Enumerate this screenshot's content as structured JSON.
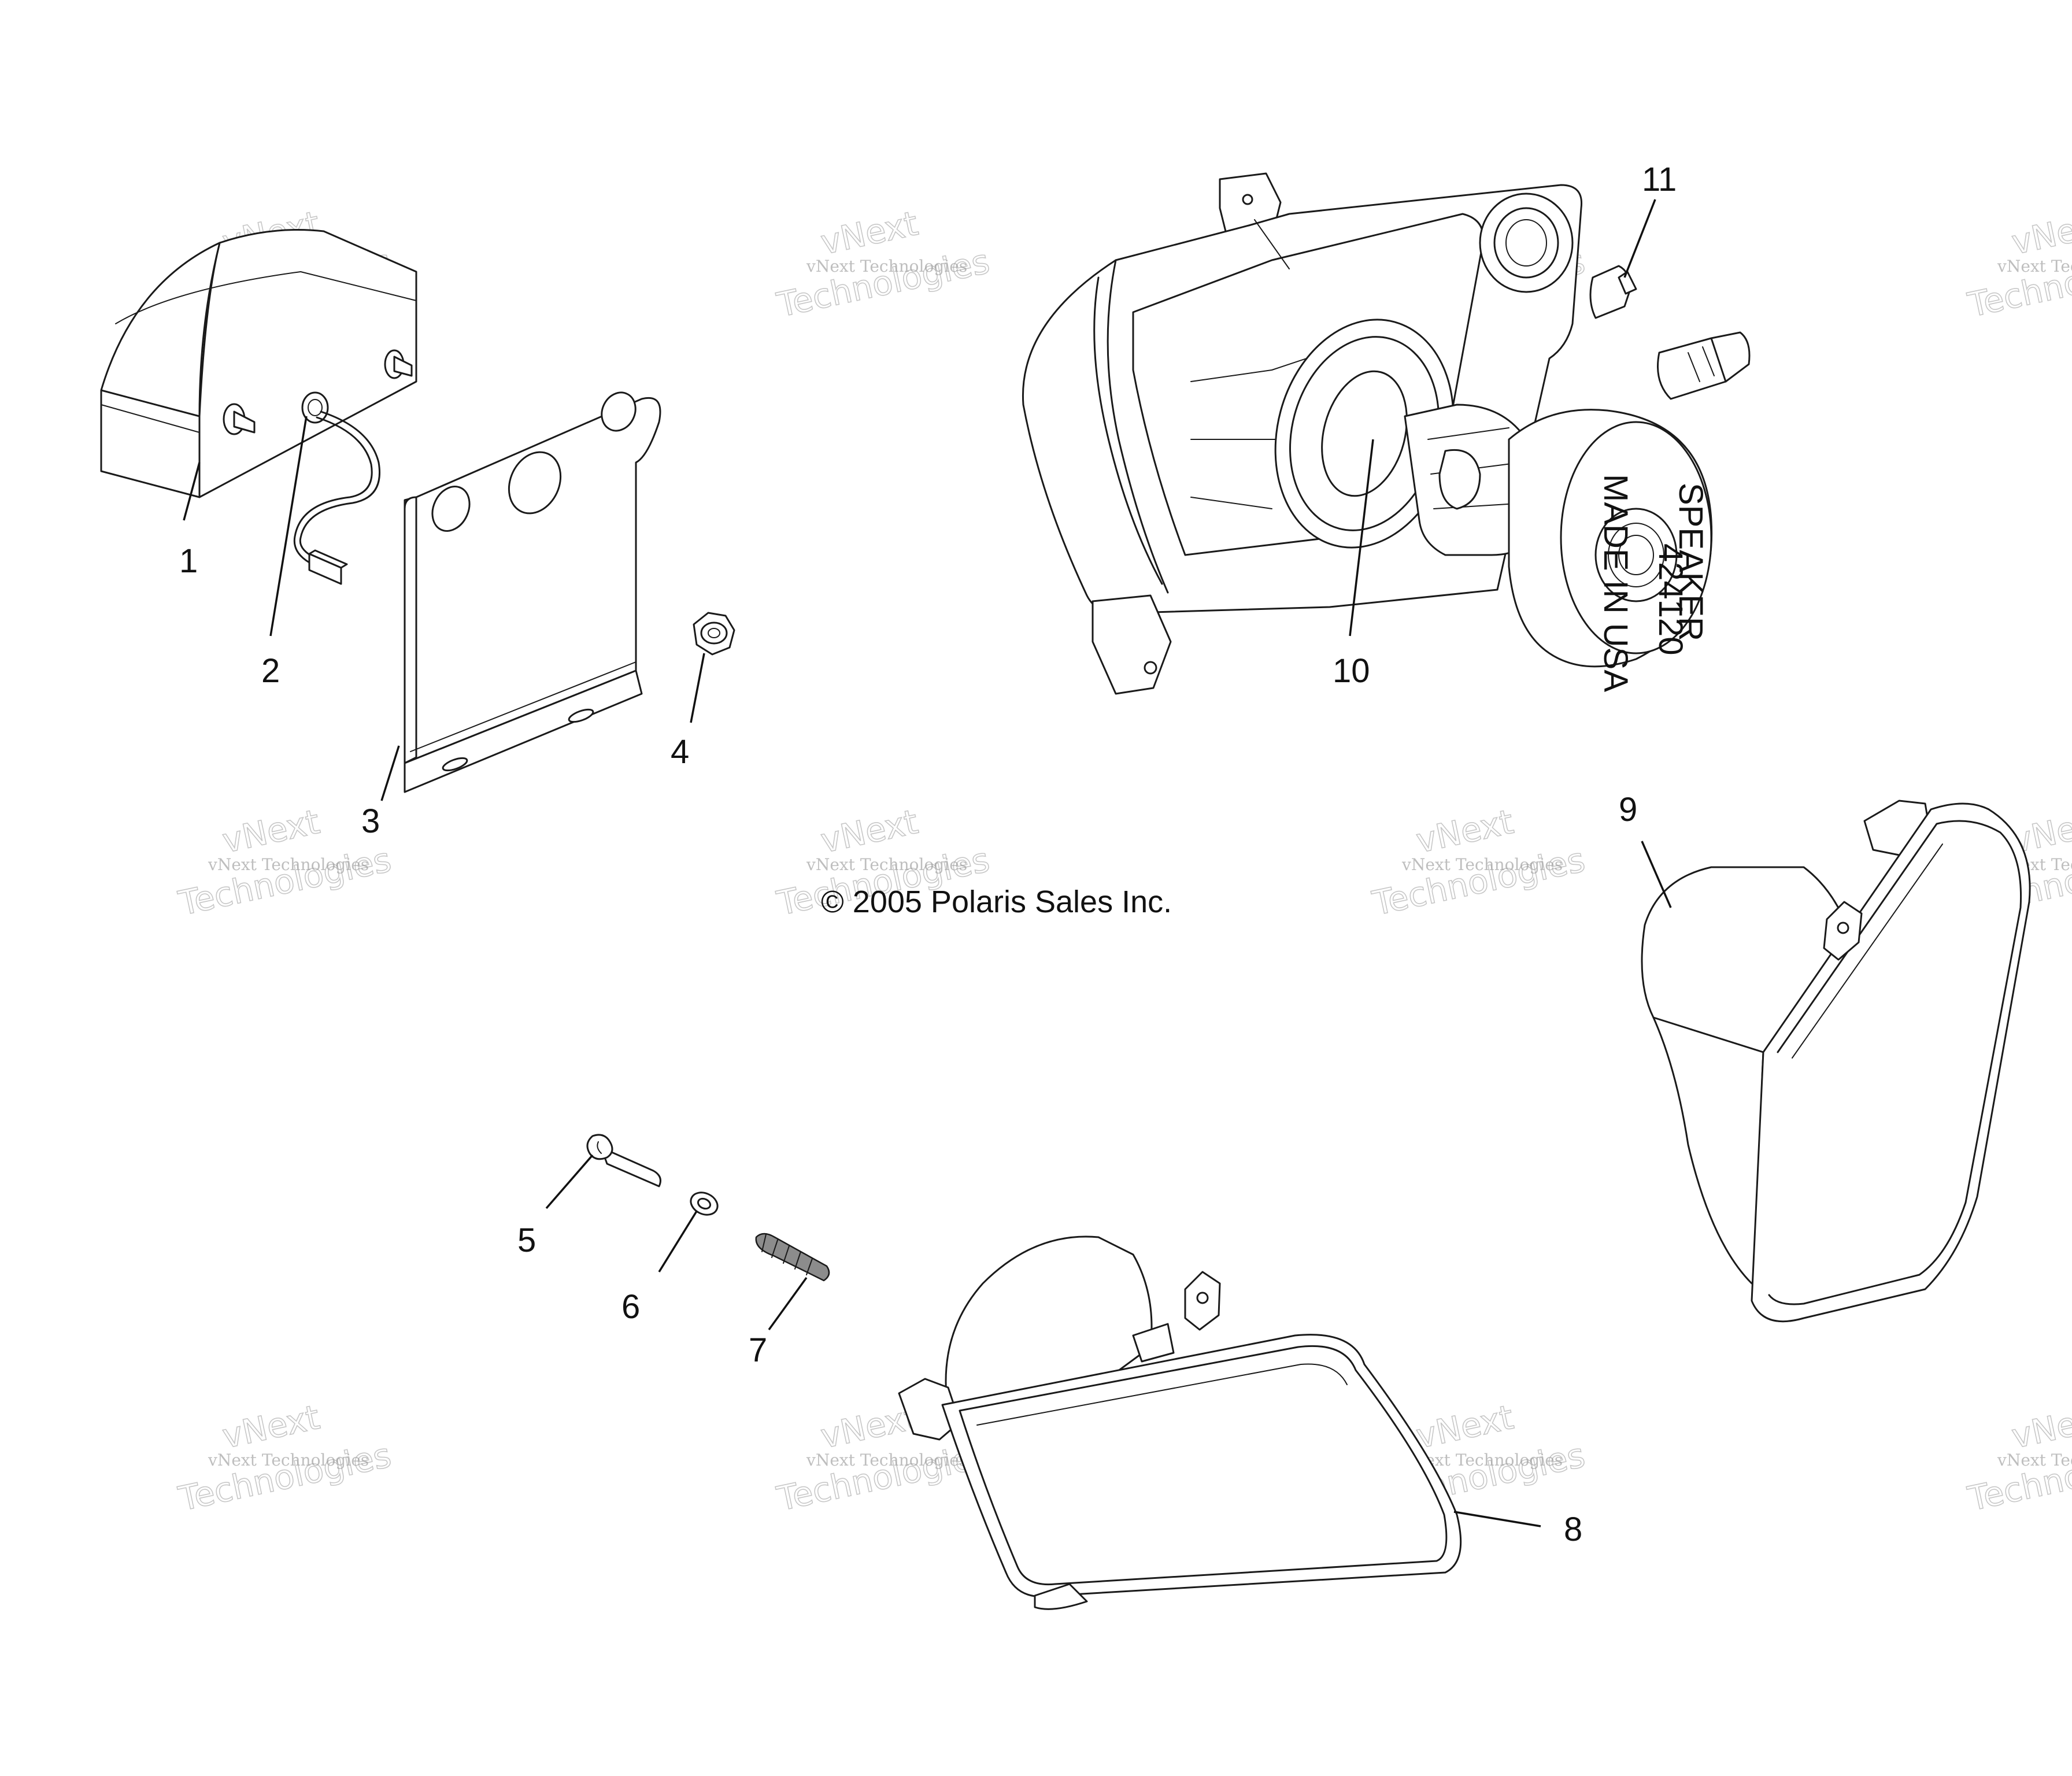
{
  "diagram": {
    "copyright": "© 2005 Polaris Sales Inc.",
    "watermark": {
      "line1": "vNext Technologies",
      "line2": "vNext",
      "line3": "Technologies"
    },
    "speaker_label": {
      "line1": "MADE IN USA",
      "line2": "SPEAKER",
      "line3": "424120"
    },
    "callouts": [
      "1",
      "2",
      "3",
      "4",
      "5",
      "6",
      "7",
      "8",
      "9",
      "10",
      "11"
    ],
    "parts": [
      "taillight",
      "taillight-harness",
      "license-bracket",
      "nut",
      "bolt",
      "washer",
      "adjuster-spring",
      "headlight-left",
      "headlight-right",
      "headlight-bulb",
      "bulb-socket"
    ]
  }
}
